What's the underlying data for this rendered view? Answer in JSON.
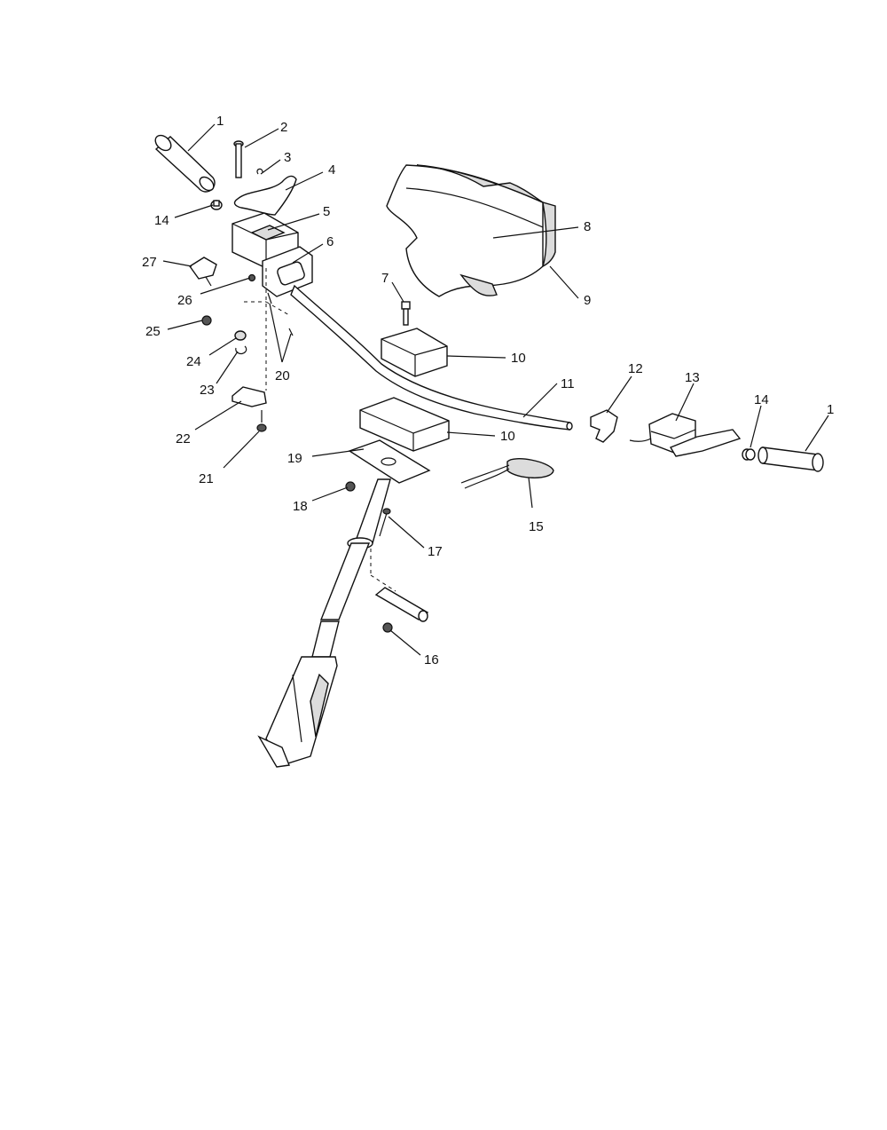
{
  "diagram": {
    "callouts": [
      {
        "id": "c1a",
        "number": "1"
      },
      {
        "id": "c2",
        "number": "2"
      },
      {
        "id": "c3",
        "number": "3"
      },
      {
        "id": "c4",
        "number": "4"
      },
      {
        "id": "c5",
        "number": "5"
      },
      {
        "id": "c6",
        "number": "6"
      },
      {
        "id": "c14a",
        "number": "14"
      },
      {
        "id": "c27",
        "number": "27"
      },
      {
        "id": "c26",
        "number": "26"
      },
      {
        "id": "c25",
        "number": "25"
      },
      {
        "id": "c24",
        "number": "24"
      },
      {
        "id": "c23",
        "number": "23"
      },
      {
        "id": "c20",
        "number": "20"
      },
      {
        "id": "c22",
        "number": "22"
      },
      {
        "id": "c21",
        "number": "21"
      },
      {
        "id": "c7",
        "number": "7"
      },
      {
        "id": "c8",
        "number": "8"
      },
      {
        "id": "c9",
        "number": "9"
      },
      {
        "id": "c10a",
        "number": "10"
      },
      {
        "id": "c11",
        "number": "11"
      },
      {
        "id": "c12",
        "number": "12"
      },
      {
        "id": "c13",
        "number": "13"
      },
      {
        "id": "c14b",
        "number": "14"
      },
      {
        "id": "c1b",
        "number": "1"
      },
      {
        "id": "c10b",
        "number": "10"
      },
      {
        "id": "c19",
        "number": "19"
      },
      {
        "id": "c18",
        "number": "18"
      },
      {
        "id": "c15",
        "number": "15"
      },
      {
        "id": "c17",
        "number": "17"
      },
      {
        "id": "c16",
        "number": "16"
      }
    ]
  }
}
